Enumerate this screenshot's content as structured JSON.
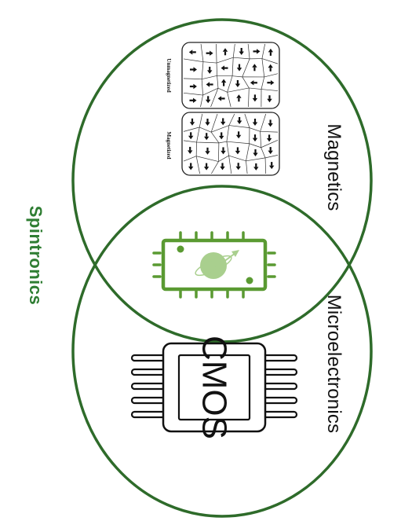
{
  "labels": {
    "magnetics": "Magnetics",
    "microelectronics": "Microelectronics",
    "spintronics": "Spintronics",
    "unmagnetized": "Unmagnetized",
    "magnetized": "Magnetized",
    "cmos": "CMOS"
  },
  "icons": {
    "domains_unmagnetized": "magnetic-domains-random-icon",
    "domains_magnetized": "magnetic-domains-aligned-icon",
    "spin_chip": "spintronic-chip-icon",
    "cmos_chip": "cmos-chip-icon"
  },
  "colors": {
    "circle_stroke": "#2e6b2a",
    "spintronics_text": "#2e7d32",
    "chip_green": "#5a9a32",
    "chip_light_green": "#a9cf8e"
  }
}
